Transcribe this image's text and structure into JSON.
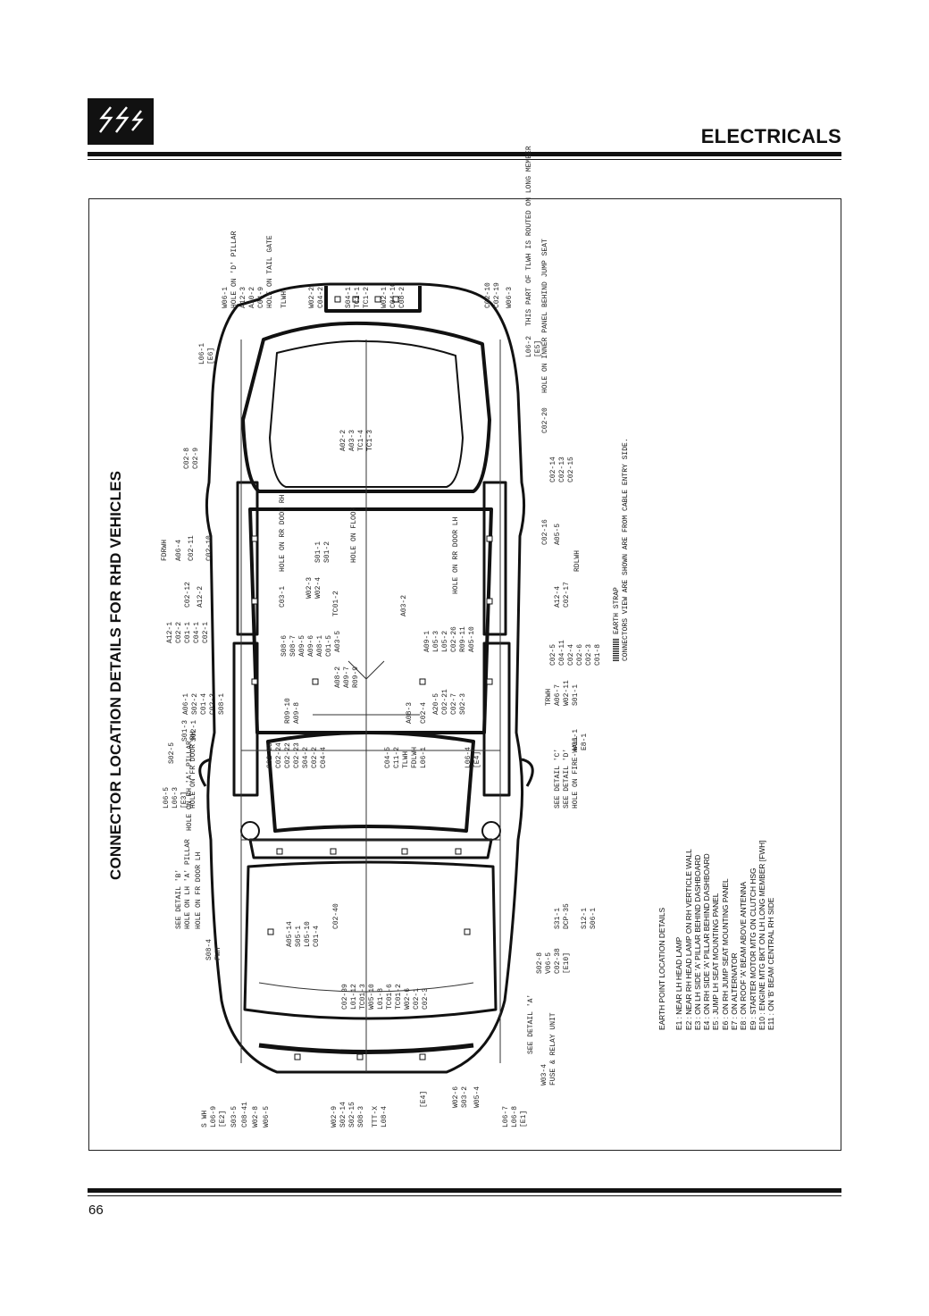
{
  "header": {
    "section_title": "ELECTRICALS",
    "logo_icon": "lightning-bolts-icon"
  },
  "diagram": {
    "title": "CONNECTOR LOCATION DETAILS FOR RHD VEHICLES",
    "labels": [
      "W06-1",
      "HOLE ON 'D' PILLAR",
      "A12-3",
      "A10-2",
      "C04-9",
      "HOLE ON TAIL GATE",
      "TLWH",
      "W02-2",
      "C04-2",
      "S04-1",
      "TC1-1",
      "TC1-2",
      "W02-1",
      "C04-10",
      "C08-2",
      "C02-10",
      "C02-19",
      "W06-3",
      "THIS PART OF TLWH IS ROUTED ON LONG MEMBER",
      "HOLE ON INNER PANEL BEHIND JUMP SEAT",
      "L06-2",
      "[E5]",
      "L06-1",
      "[E6]",
      "A02-2",
      "A03-3",
      "TC1-4",
      "TC1-3",
      "C02-20",
      "C02-8",
      "C02-9",
      "C02-14",
      "C02-13",
      "C02-15",
      "C02-16",
      "A05-5",
      "RDLWH",
      "FDRWH",
      "A06-4",
      "C02-11",
      "C02-10",
      "HOLE ON RR DOOR RH",
      "S01-1",
      "S01-2",
      "HOLE ON FLOOR",
      "W02-3",
      "W02-4",
      "HOLE ON RR DOOR LH",
      "C03-1",
      "C02-12",
      "A12-2",
      "TC01-2",
      "A03-2",
      "A12-4",
      "C02-17",
      "A12-1",
      "C02-2",
      "C01-1",
      "C04-1",
      "C02-1",
      "A03-5",
      "A09-1",
      "L05-3",
      "L05-2",
      "C02-26",
      "R09-11",
      "A05-10",
      "C02-5",
      "C04-11",
      "C02-4",
      "C02-6",
      "C02-3",
      "C01-8",
      "A06-1",
      "S02-2",
      "C01-4",
      "C02-3",
      "S08-1",
      "S08-6",
      "S08-7",
      "A09-5",
      "A09-6",
      "A08-1",
      "C01-5",
      "A08-2",
      "A09-7",
      "R09-9",
      "R09-10",
      "A09-8",
      "A20-5",
      "C02-21",
      "C02-7",
      "S02-3",
      "C02-4",
      "A08-3",
      "TRWH",
      "A06-7",
      "W02-11",
      "S01-1",
      "S01-3",
      "S02-1",
      "S02-5",
      "C02-25",
      "C02-24",
      "C02-22",
      "C02-23",
      "S04-2",
      "C02-2",
      "C04-4",
      "C04-5",
      "C11-2",
      "TLWH",
      "FDLWH",
      "L06-1",
      "L06-4",
      "[E4]",
      "W06-1",
      "E8-1",
      "L06-5",
      "L06-3",
      "[E3]",
      "HOLE ON FR DOOR RH",
      "HOLE ON RH 'A' PILLAR",
      "SEE DETAIL 'C'",
      "SEE DETAIL 'D'",
      "HOLE ON FIRE-WALL",
      "SEE DETAIL 'B'",
      "HOLE ON LH 'A' PILLAR",
      "HOLE ON FR DOOR LH",
      "C02-40",
      "S31-1",
      "DCP-35",
      "S12-1",
      "S06-1",
      "S08-4",
      "FWH",
      "A05-14",
      "S05-1",
      "L05-10",
      "C01-4",
      "S02-8",
      "V06-5",
      "C02-38",
      "[E10]",
      "C02-39",
      "L01-12",
      "TC01-3",
      "W05-10",
      "L01-8",
      "TC01-6",
      "TC01-2",
      "W02-6",
      "C02-1",
      "C02-3",
      "W03-4",
      "FUSE & RELAY UNIT",
      "SEE DETAIL 'A'",
      "S WH",
      "L06-9",
      "[E2]",
      "S03-5",
      "C08-41",
      "W02-8",
      "W06-5",
      "W02-9",
      "S02-14",
      "S02-15",
      "S08-3",
      "TTT-X",
      "L08-4",
      "[E4]",
      "W02-6",
      "S03-2",
      "W05-4",
      "L06-7",
      "L06-8",
      "[E1]"
    ]
  },
  "legend": {
    "earth_strap_label": "EARTH STRAP",
    "connector_note": "CONNECTORS VIEW ARE SHOWN ARE FROM CABLE ENTRY SIDE."
  },
  "earth_points": {
    "heading": "EARTH POINT LOCATION DETAILS",
    "items": [
      "E1 : NEAR LH HEAD LAMP",
      "E2 : NEAR RH HEAD LAMP ON RH VERTICLE WALL",
      "E3 : ON LH SIDE 'A' PILLAR BEHIND DASHBOARD",
      "E4 : ON RH SIDE 'A' PILLAR BEHIND DASHBOARD",
      "E5 : JUMP LH SEAT MOUNTING PANEL",
      "E6 : ON RH JUMP SEAT MOUNTING PANEL",
      "E7 : ON ALTERNATOR",
      "E8 : ON ROOF 'A' BEAM ABOVE ANTENNA",
      "E9 : STARTER MOTOR MTG ON CLUTCH HSG",
      "E10 : ENGINE MTG BKT ON LH LONG MEMBER [FWH]",
      "E11 : ON 'B' BEAM CENTRAL RH SIDE"
    ]
  },
  "footer": {
    "page_number": "66"
  }
}
